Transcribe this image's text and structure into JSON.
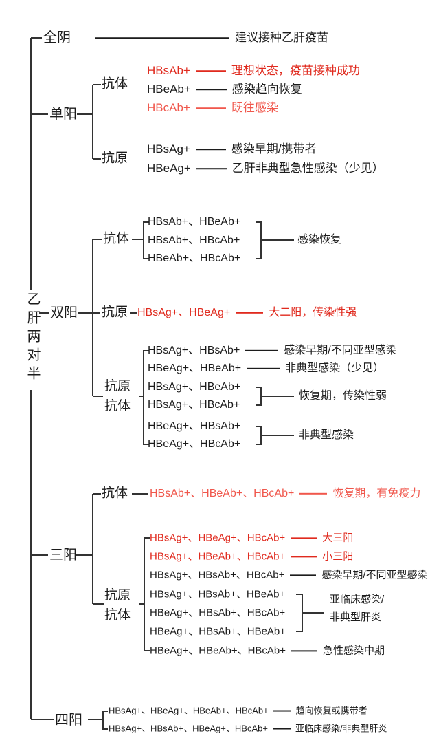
{
  "root": {
    "label": "乙肝两对半"
  },
  "colors": {
    "text": "#1c1c1c",
    "line": "#333333",
    "red_strong": "#e02a1e",
    "red_light": "#f0574c"
  },
  "quanYin": {
    "label": "全阴",
    "result": "建议接种乙肝疫苗"
  },
  "danYang": {
    "label": "单阳",
    "antibodyLabel": "抗体",
    "antigenLabel": "抗原",
    "rows": [
      {
        "code": "HBsAb+",
        "result": "理想状态，疫苗接种成功"
      },
      {
        "code": "HBeAb+",
        "result": "感染趋向恢复"
      },
      {
        "code": "HBcAb+",
        "result": "既往感染"
      },
      {
        "code": "HBsAg+",
        "result": "感染早期/携带者"
      },
      {
        "code": "HBeAg+",
        "result": "乙肝非典型急性感染（少见）"
      }
    ]
  },
  "shuangYang": {
    "label": "双阳",
    "antibodyLabel": "抗体",
    "antigenLabel": "抗原",
    "antigenAntibodyLabel1": "抗原",
    "antigenAntibodyLabel2": "抗体",
    "antibodyCodes": [
      "HBsAb+、HBeAb+",
      "HBsAb+、HBcAb+",
      "HBeAb+、HBcAb+"
    ],
    "antibodyResult": "感染恢复",
    "antigenRow": {
      "code": "HBsAg+、HBeAg+",
      "result": "大二阳，传染性强"
    },
    "rows": [
      {
        "code": "HBsAg+、HBsAb+",
        "result": "感染早期/不同亚型感染"
      },
      {
        "code": "HBeAg+、HBeAb+",
        "result": "非典型感染（少见）"
      }
    ],
    "group1Codes": [
      "HBsAg+、HBeAb+",
      "HBsAg+、HBcAb+"
    ],
    "group1Result": "恢复期，传染性弱",
    "group2Codes": [
      "HBeAg+、HBsAb+",
      "HBeAg+、HBcAb+"
    ],
    "group2Result": "非典型感染"
  },
  "sanYang": {
    "label": "三阳",
    "antibodyLabel": "抗体",
    "antigenAntibodyLabel1": "抗原",
    "antigenAntibodyLabel2": "抗体",
    "antibodyRow": {
      "code": "HBsAb+、HBeAb+、HBcAb+",
      "result": "恢复期，有免疫力"
    },
    "rows": [
      {
        "code": "HBsAg+、HBeAg+、HBcAb+",
        "result": "大三阳"
      },
      {
        "code": "HBsAg+、HBeAb+、HBcAb+",
        "result": "小三阳"
      },
      {
        "code": "HBsAg+、HBsAb+、HBcAb+",
        "result": "感染早期/不同亚型感染"
      }
    ],
    "groupCodes": [
      "HBsAg+、HBsAb+、HBeAb+",
      "HBeAg+、HBsAb+、HBcAb+",
      "HBeAg+、HBsAb+、HBeAb+"
    ],
    "groupResultLine1": "亚临床感染/",
    "groupResultLine2": "非典型肝炎",
    "lastRow": {
      "code": "HBeAg+、HBeAb+、HBcAb+",
      "result": "急性感染中期"
    }
  },
  "siYang": {
    "label": "四阳",
    "rows": [
      {
        "code": "HBsAg+、HBeAg+、HBeAb+、HBcAb+",
        "result": "趋向恢复或携带者"
      },
      {
        "code": "HBsAg+、HBsAb+、HBeAg+、HBcAb+",
        "result": "亚临床感染/非典型肝炎"
      }
    ]
  }
}
